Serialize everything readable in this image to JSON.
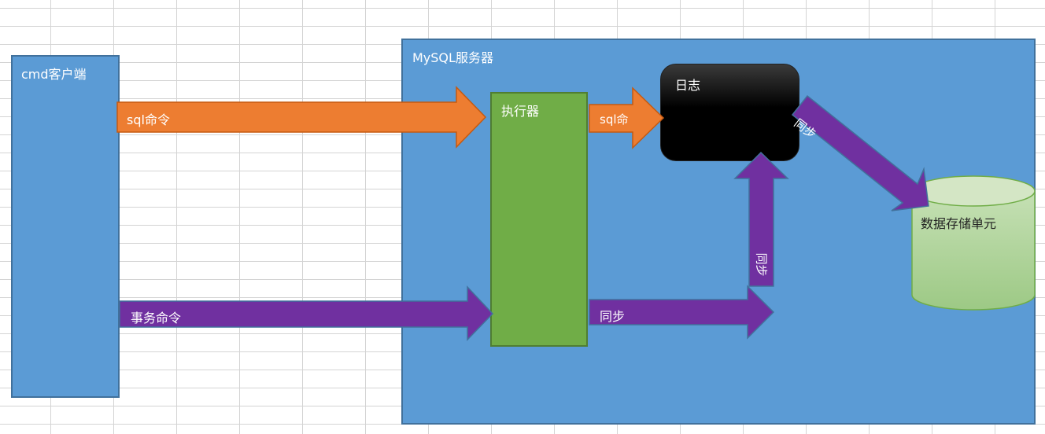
{
  "diagram": {
    "client": {
      "label": "cmd客户端"
    },
    "server": {
      "label": "MySQL服务器"
    },
    "executor": {
      "label": "执行器"
    },
    "log": {
      "label": "日志"
    },
    "storage": {
      "label": "数据存储单元"
    },
    "arrows": {
      "sql_command": "sql命令",
      "sql_to_log": "sql命",
      "transaction_command": "事务命令",
      "sync_executor_right": "同步",
      "sync_up_to_log": "同步",
      "sync_log_to_storage": "同步"
    }
  },
  "colors": {
    "box_blue": "#5b9bd5",
    "box_border": "#41719c",
    "orange": "#ed7d31",
    "purple": "#7030a0",
    "green": "#70ad47",
    "black": "#000000",
    "cylinder": "#a9d08e"
  }
}
